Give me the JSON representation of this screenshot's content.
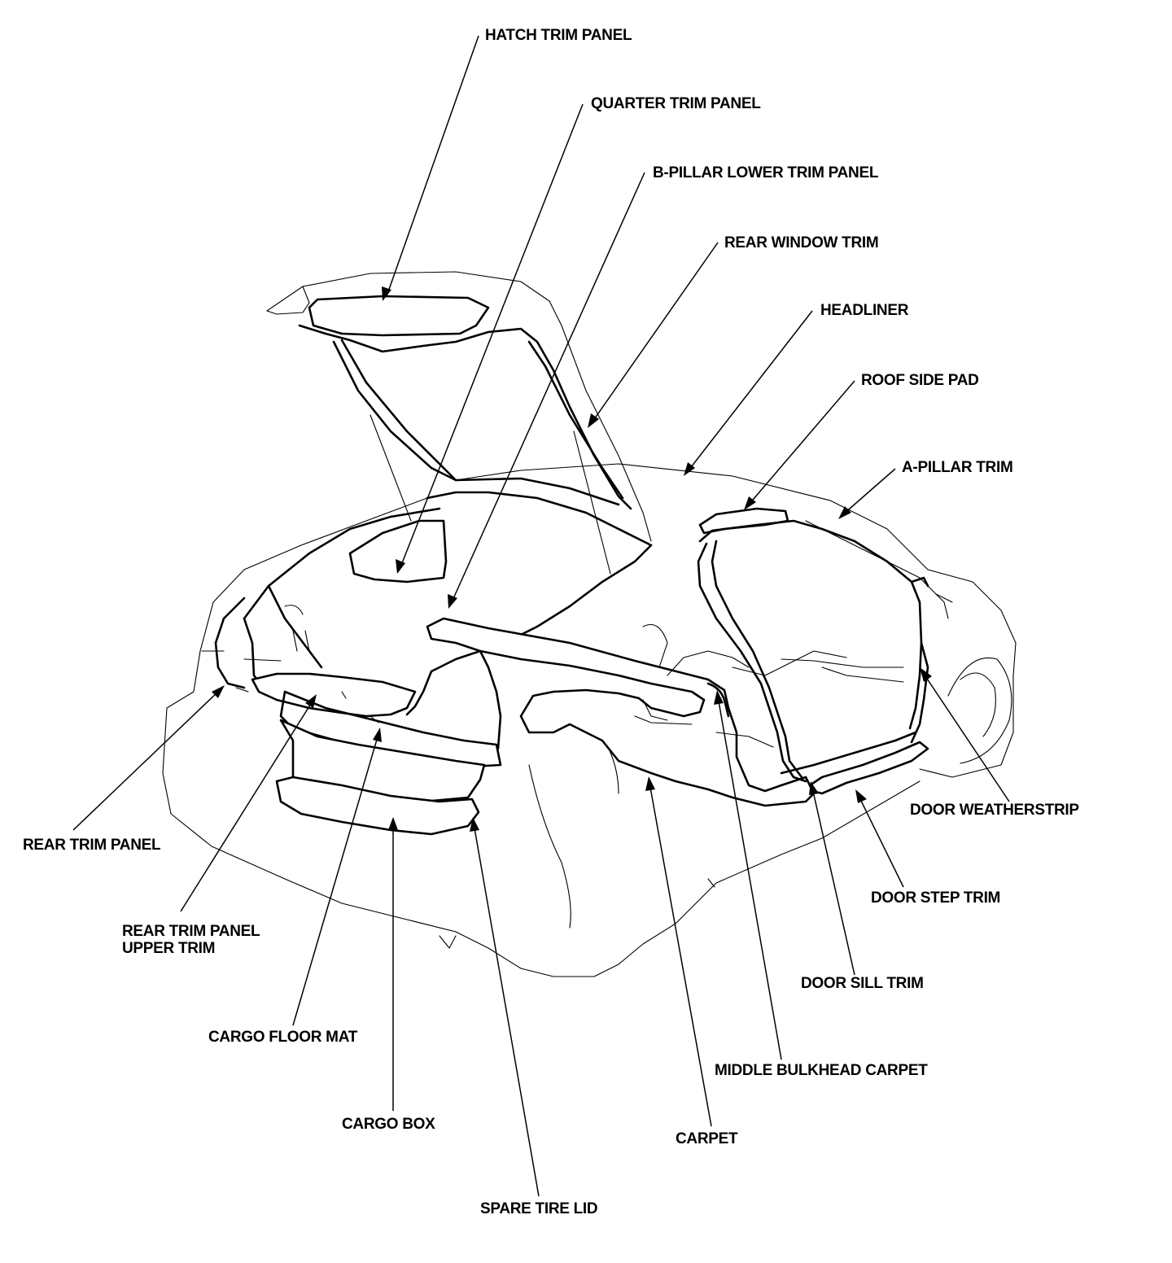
{
  "labels": {
    "hatch_trim_panel": "HATCH TRIM PANEL",
    "quarter_trim_panel": "QUARTER TRIM PANEL",
    "b_pillar_lower_trim_panel": "B-PILLAR LOWER TRIM PANEL",
    "rear_window_trim": "REAR WINDOW TRIM",
    "headliner": "HEADLINER",
    "roof_side_pad": "ROOF SIDE PAD",
    "a_pillar_trim": "A-PILLAR TRIM",
    "door_weatherstrip": "DOOR WEATHERSTRIP",
    "door_step_trim": "DOOR STEP TRIM",
    "door_sill_trim": "DOOR SILL TRIM",
    "middle_bulkhead_carpet": "MIDDLE BULKHEAD CARPET",
    "carpet": "CARPET",
    "spare_tire_lid": "SPARE TIRE LID",
    "cargo_box": "CARGO BOX",
    "cargo_floor_mat": "CARGO FLOOR MAT",
    "rear_trim_panel_upper_trim_line1": "REAR TRIM PANEL",
    "rear_trim_panel_upper_trim_line2": "UPPER TRIM",
    "rear_trim_panel": "REAR TRIM PANEL"
  }
}
